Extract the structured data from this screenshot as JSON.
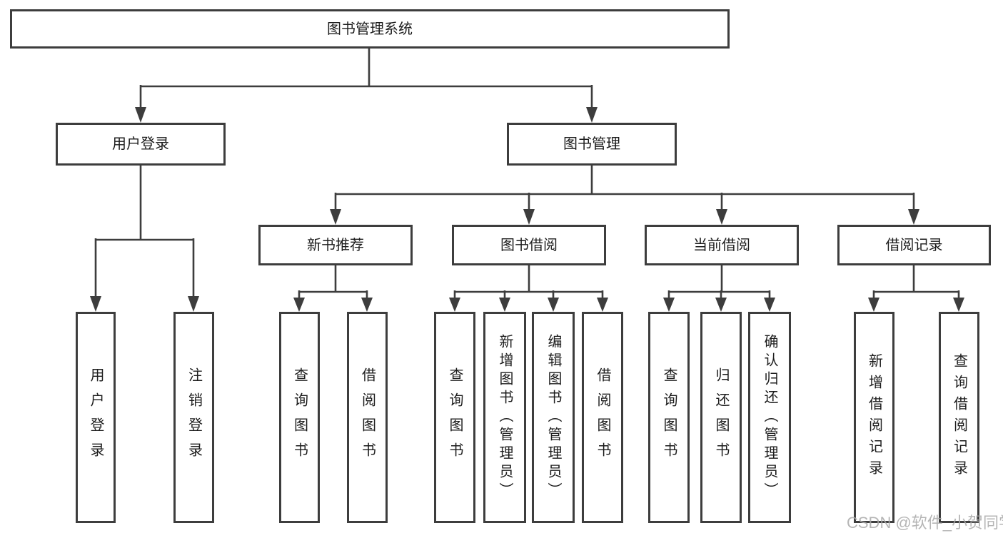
{
  "diagram": {
    "root": {
      "label": "图书管理系统"
    },
    "branches": [
      {
        "label": "用户登录",
        "children": [
          {
            "label": "用户登录"
          },
          {
            "label": "注销登录"
          }
        ]
      },
      {
        "label": "图书管理",
        "children": [
          {
            "label": "新书推荐",
            "children": [
              {
                "label": "查询图书"
              },
              {
                "label": "借阅图书"
              }
            ]
          },
          {
            "label": "图书借阅",
            "children": [
              {
                "label": "查询图书"
              },
              {
                "label": "新增图书（管理员）"
              },
              {
                "label": "编辑图书（管理员）"
              },
              {
                "label": "借阅图书"
              }
            ]
          },
          {
            "label": "当前借阅",
            "children": [
              {
                "label": "查询图书"
              },
              {
                "label": "归还图书"
              },
              {
                "label": "确认归还（管理员）"
              }
            ]
          },
          {
            "label": "借阅记录",
            "children": [
              {
                "label": "新增借阅记录"
              },
              {
                "label": "查询借阅记录"
              }
            ]
          }
        ]
      }
    ]
  },
  "watermark": {
    "text": "CSDN @软件_小贺同学"
  },
  "colors": {
    "line": "#3d3d3d",
    "text": "#1c1c1c",
    "watermark": "#a9a9a9",
    "background": "#ffffff"
  }
}
